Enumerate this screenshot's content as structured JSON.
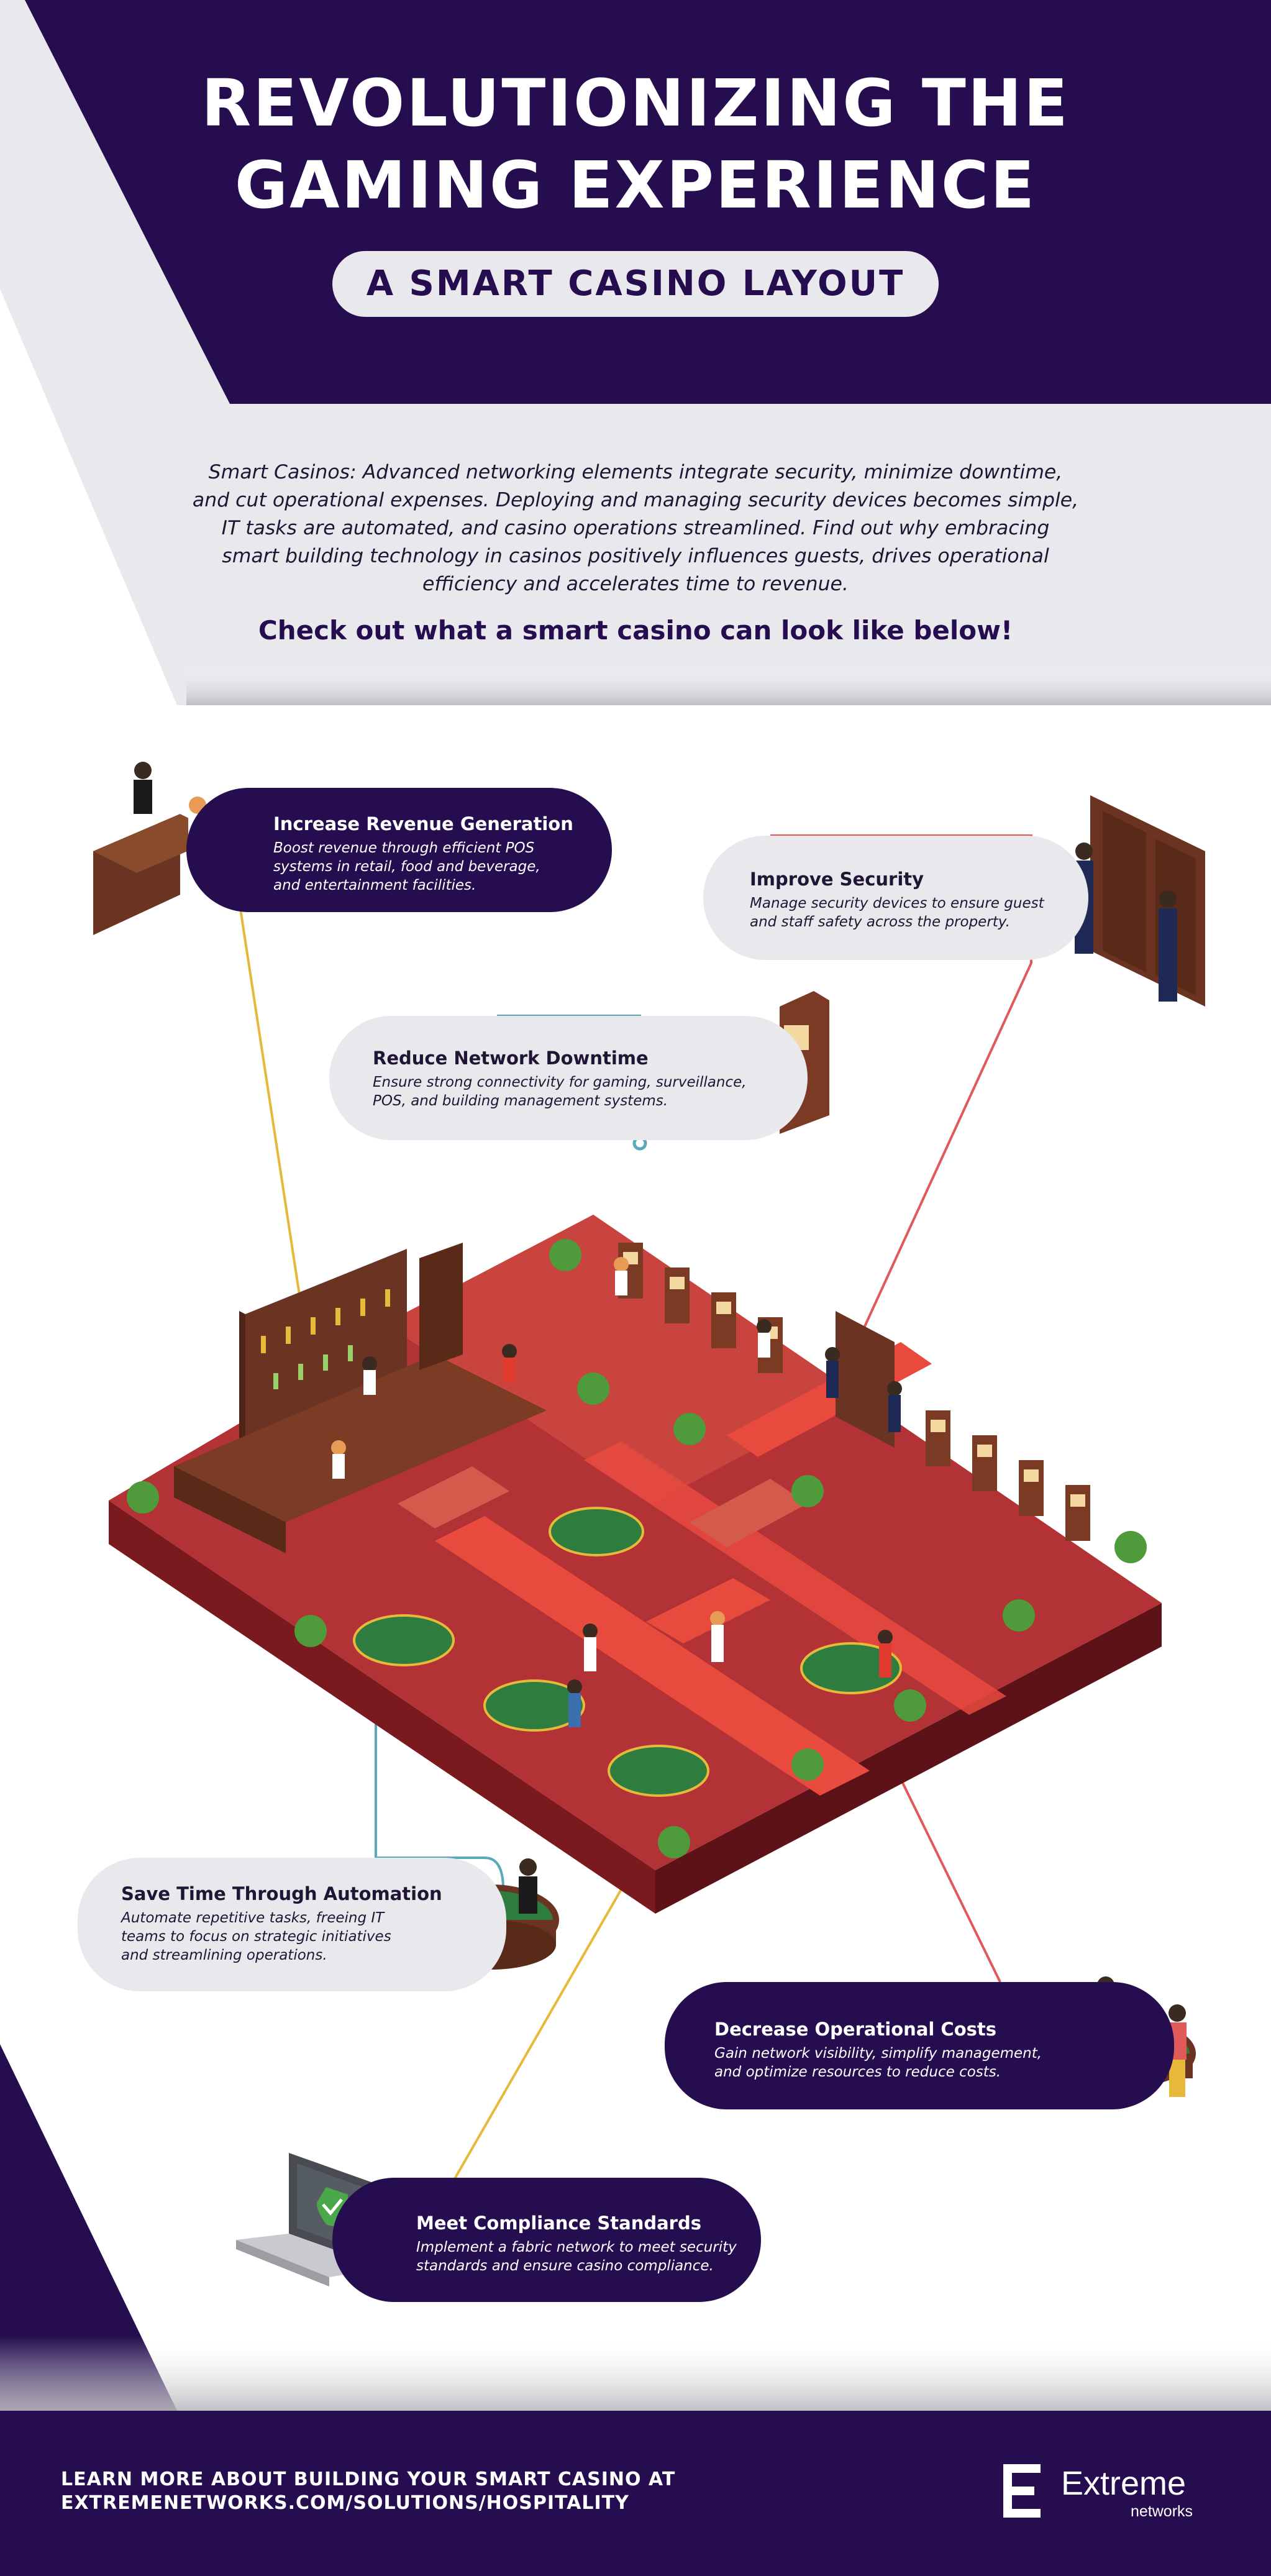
{
  "header": {
    "title_line1": "REVOLUTIONIZING THE",
    "title_line2": "GAMING EXPERIENCE",
    "subtitle": "A SMART CASINO LAYOUT"
  },
  "intro": {
    "lines": [
      "Smart Casinos: Advanced networking elements integrate security, minimize downtime,",
      "and cut operational expenses. Deploying and managing security devices becomes simple,",
      "IT tasks are automated, and casino operations streamlined. Find out why embracing",
      "smart building technology in casinos positively influences guests, drives operational",
      "efficiency and accelerates time to revenue."
    ],
    "cta": "Check out what a smart casino can look like below!"
  },
  "callouts": {
    "revenue": {
      "title": "Increase Revenue Generation",
      "l1": "Boost revenue through efficient POS",
      "l2": "systems in retail, food and beverage,",
      "l3": "and entertainment facilities."
    },
    "security": {
      "title": "Improve Security",
      "l1": "Manage security devices to ensure guest",
      "l2": "and staff safety across the property."
    },
    "downtime": {
      "title": "Reduce Network Downtime",
      "l1": "Ensure strong connectivity for gaming, surveillance,",
      "l2": "POS, and building management systems."
    },
    "automation": {
      "title": "Save Time Through Automation",
      "l1": "Automate repetitive tasks, freeing IT",
      "l2": "teams to focus on strategic initiatives",
      "l3": "and streamlining operations."
    },
    "costs": {
      "title": "Decrease Operational Costs",
      "l1": "Gain network visibility, simplify management,",
      "l2": "and optimize resources to reduce costs."
    },
    "compliance": {
      "title": "Meet Compliance Standards",
      "l1": "Implement a fabric network to meet security",
      "l2": "standards and ensure casino compliance."
    }
  },
  "footer": {
    "line1": "LEARN MORE ABOUT BUILDING YOUR SMART CASINO AT",
    "line2": "EXTREMENETWORKS.COM/SOLUTIONS/HOSPITALITY",
    "logo_word": "Extreme",
    "logo_sub": "networks"
  },
  "colors": {
    "navy": "#250d4f",
    "light_gray": "#e9e8ec",
    "carpet_red": "#a3272c",
    "floor_red": "#c0403f",
    "felt_green": "#2e7d3e",
    "wood": "#6b3322",
    "gold": "#e6b93a",
    "teal": "#5aa9b8",
    "coral": "#e05a5a"
  }
}
